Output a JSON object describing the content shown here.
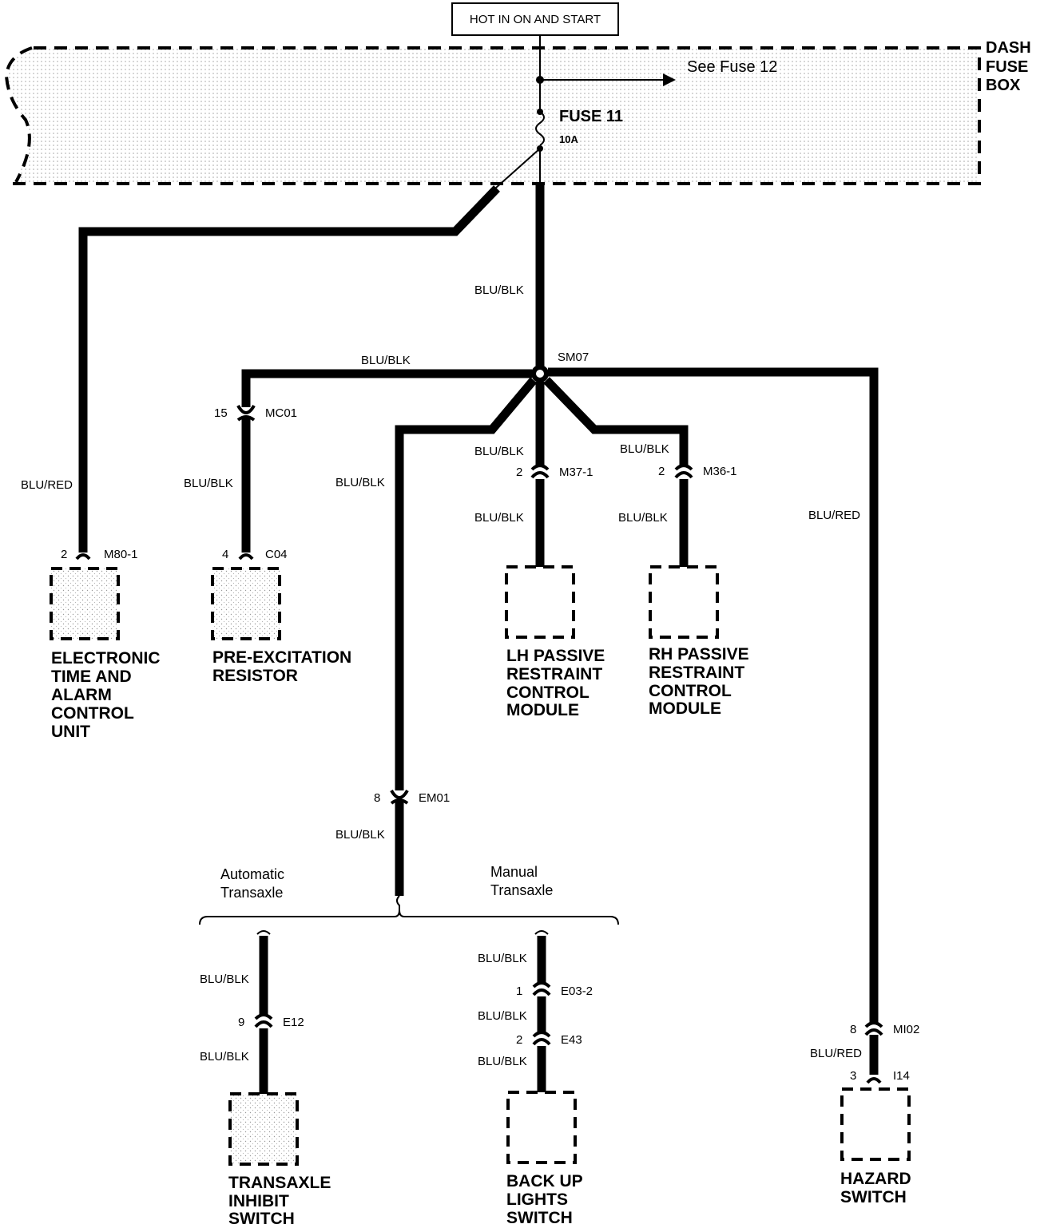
{
  "source": {
    "label": "HOT IN ON AND START"
  },
  "fuse_box": {
    "title_line1": "DASH",
    "title_line2": "FUSE",
    "title_line3": "BOX"
  },
  "fuse": {
    "name": "FUSE 11",
    "rating": "10A",
    "see_other": "See Fuse 12"
  },
  "splice": {
    "name": "SM07"
  },
  "wire_colors": {
    "blu_blk": "BLU/BLK",
    "blu_red": "BLU/RED"
  },
  "connectors": {
    "m80": {
      "pin": "2",
      "name": "M80-1"
    },
    "mc01": {
      "pin": "15",
      "name": "MC01"
    },
    "c04": {
      "pin": "4",
      "name": "C04"
    },
    "m37": {
      "pin": "2",
      "name": "M37-1"
    },
    "m36": {
      "pin": "2",
      "name": "M36-1"
    },
    "em01": {
      "pin": "8",
      "name": "EM01"
    },
    "e12": {
      "pin": "9",
      "name": "E12"
    },
    "e03": {
      "pin": "1",
      "name": "E03-2"
    },
    "e43": {
      "pin": "2",
      "name": "E43"
    },
    "mi02": {
      "pin": "8",
      "name": "MI02"
    },
    "i14": {
      "pin": "3",
      "name": "I14"
    }
  },
  "transaxle": {
    "auto_line1": "Automatic",
    "auto_line2": "Transaxle",
    "man_line1": "Manual",
    "man_line2": "Transaxle"
  },
  "components": {
    "etacu": [
      "ELECTRONIC",
      "TIME AND",
      "ALARM",
      "CONTROL",
      "UNIT"
    ],
    "pre_exc": [
      "PRE-EXCITATION",
      "RESISTOR"
    ],
    "lh_prcm": [
      "LH PASSIVE",
      "RESTRAINT",
      "CONTROL",
      "MODULE"
    ],
    "rh_prcm": [
      "RH PASSIVE",
      "RESTRAINT",
      "CONTROL",
      "MODULE"
    ],
    "tis": [
      "TRANSAXLE",
      "INHIBIT",
      "SWITCH"
    ],
    "bul": [
      "BACK UP",
      "LIGHTS",
      "SWITCH"
    ],
    "hazard": [
      "HAZARD",
      "SWITCH"
    ]
  }
}
